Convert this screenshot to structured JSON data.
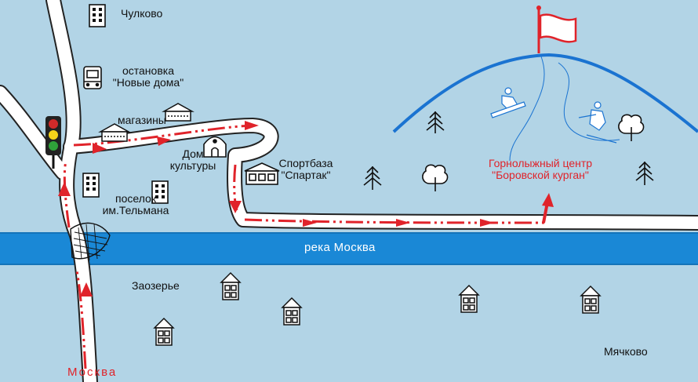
{
  "places": {
    "chulkovo": "Чулково",
    "bus_stop_line1": "остановка",
    "bus_stop_line2": "\"Новые дома\"",
    "shops": "магазины",
    "culture_line1": "Дом",
    "culture_line2": "культуры",
    "sportbase_line1": "Спортбаза",
    "sportbase_line2": "\"Спартак\"",
    "telman_line1": "поселок",
    "telman_line2": "им.Тельмана",
    "ski_line1": "Горнолыжный центр",
    "ski_line2": "\"Боровской курган\"",
    "river": "река Москва",
    "zaozerye": "Заозерье",
    "myachkovo": "Мячково",
    "moskva": "Москва"
  },
  "colors": {
    "background": "#b2d4e6",
    "river": "#1a88d6",
    "road": "#ffffff",
    "route": "#e0232a",
    "hill": "#1a73d1"
  },
  "icons": [
    "building-icon",
    "bus-icon",
    "traffic-light-icon",
    "shop-icon",
    "culture-house-icon",
    "sportbase-icon",
    "house-icon",
    "fir-tree-icon",
    "deciduous-tree-icon",
    "skier-icon",
    "snowboarder-icon",
    "flag-icon",
    "route-arrow-icon",
    "bridge-icon"
  ]
}
